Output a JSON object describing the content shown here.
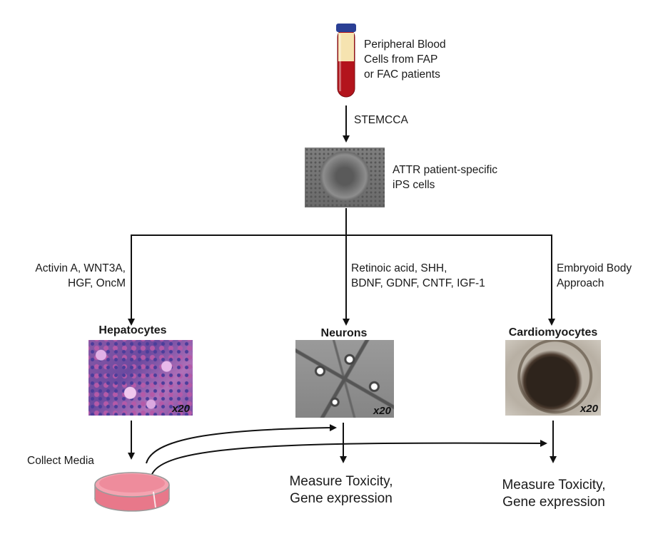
{
  "source": {
    "label_lines": [
      "Peripheral Blood",
      "Cells from FAP",
      "or FAC patients"
    ]
  },
  "step1": {
    "method": "STEMCCA"
  },
  "ips": {
    "label_lines": [
      "ATTR patient-specific",
      "iPS cells"
    ]
  },
  "branches": {
    "hepatocytes": {
      "factors": [
        "Activin A, WNT3A,",
        "HGF, OncM"
      ],
      "title": "Hepatocytes",
      "magnification": "x20"
    },
    "neurons": {
      "factors": [
        "Retinoic acid, SHH,",
        "BDNF, GDNF, CNTF, IGF-1"
      ],
      "title": "Neurons",
      "magnification": "x20",
      "outcome": [
        "Measure Toxicity,",
        "Gene expression"
      ]
    },
    "cardiomyocytes": {
      "factors": [
        "Embryoid Body",
        "Approach"
      ],
      "title": "Cardiomyocytes",
      "magnification": "x20",
      "outcome": [
        "Measure Toxicity,",
        "Gene expression"
      ]
    }
  },
  "media": {
    "label": "Collect Media"
  },
  "colors": {
    "tube_blood": "#b3141c",
    "tube_plasma": "#f6e3b0",
    "tube_cap": "#2a3f95",
    "dish_media": "#e8788a"
  }
}
